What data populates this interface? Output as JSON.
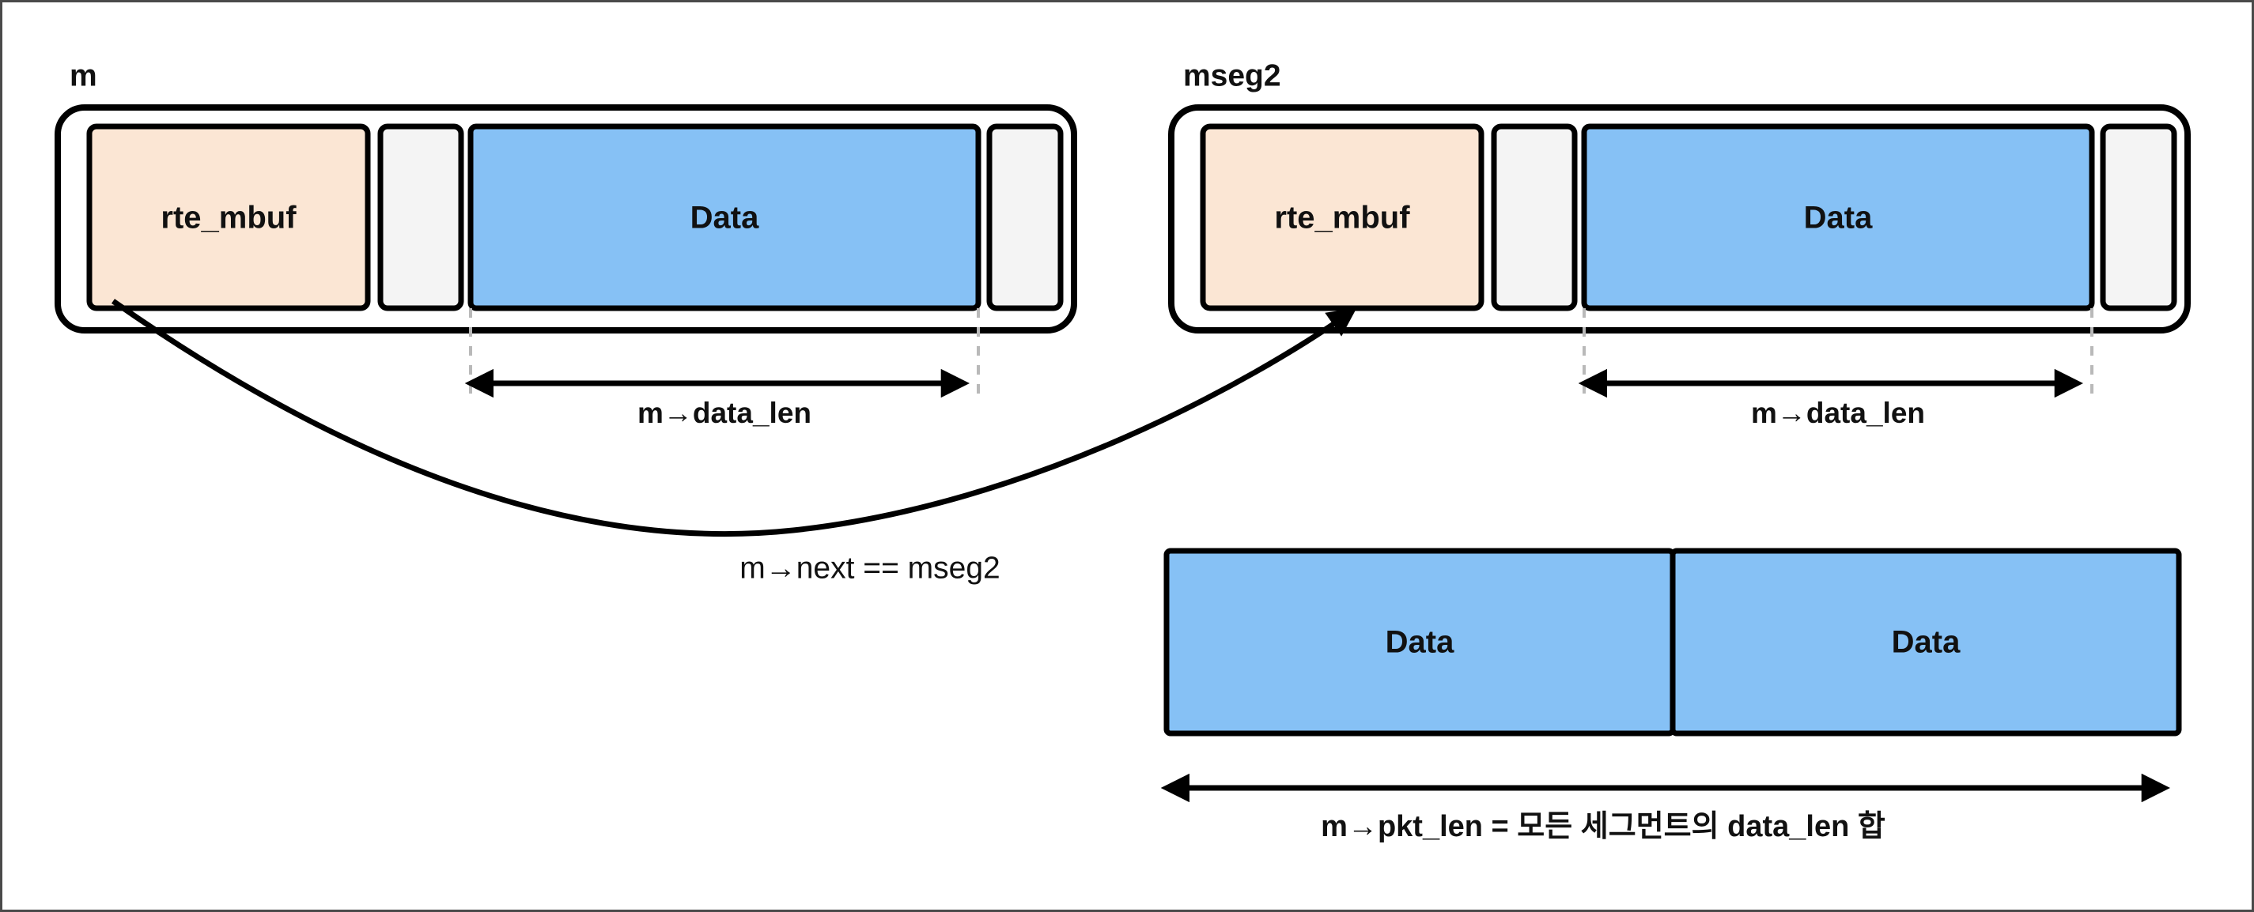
{
  "diagram": {
    "title_hidden": "",
    "colors": {
      "mbuf_fill": "#fbe6d4",
      "data_fill": "#86c1f5",
      "room_fill": "#f4f4f4",
      "stroke": "#000000",
      "guide": "#b9b9b9",
      "page_border": "#4a4a4a",
      "background": "#ffffff"
    },
    "segments": [
      {
        "name": "m",
        "label": "m",
        "boxes": [
          {
            "key": "mbuf",
            "label": "rte_mbuf",
            "fill": "#fbe6d4"
          },
          {
            "key": "headroom",
            "label": "",
            "fill": "#f4f4f4"
          },
          {
            "key": "data",
            "label": "Data",
            "fill": "#86c1f5"
          },
          {
            "key": "tailroom",
            "label": "",
            "fill": "#f4f4f4"
          }
        ],
        "measure_label": "m→data_len"
      },
      {
        "name": "mseg2",
        "label": "mseg2",
        "boxes": [
          {
            "key": "mbuf",
            "label": "rte_mbuf",
            "fill": "#fbe6d4"
          },
          {
            "key": "headroom",
            "label": "",
            "fill": "#f4f4f4"
          },
          {
            "key": "data",
            "label": "Data",
            "fill": "#86c1f5"
          },
          {
            "key": "tailroom",
            "label": "",
            "fill": "#f4f4f4"
          }
        ],
        "measure_label": "m→data_len"
      }
    ],
    "link": {
      "label": "m→next == mseg2",
      "from": "m.rte_mbuf",
      "to": "mseg2.rte_mbuf"
    },
    "concat": {
      "blocks": [
        {
          "label": "Data",
          "fill": "#86c1f5"
        },
        {
          "label": "Data",
          "fill": "#86c1f5"
        }
      ],
      "measure_label": "m→pkt_len = 모든 세그먼트의 data_len 합"
    }
  }
}
